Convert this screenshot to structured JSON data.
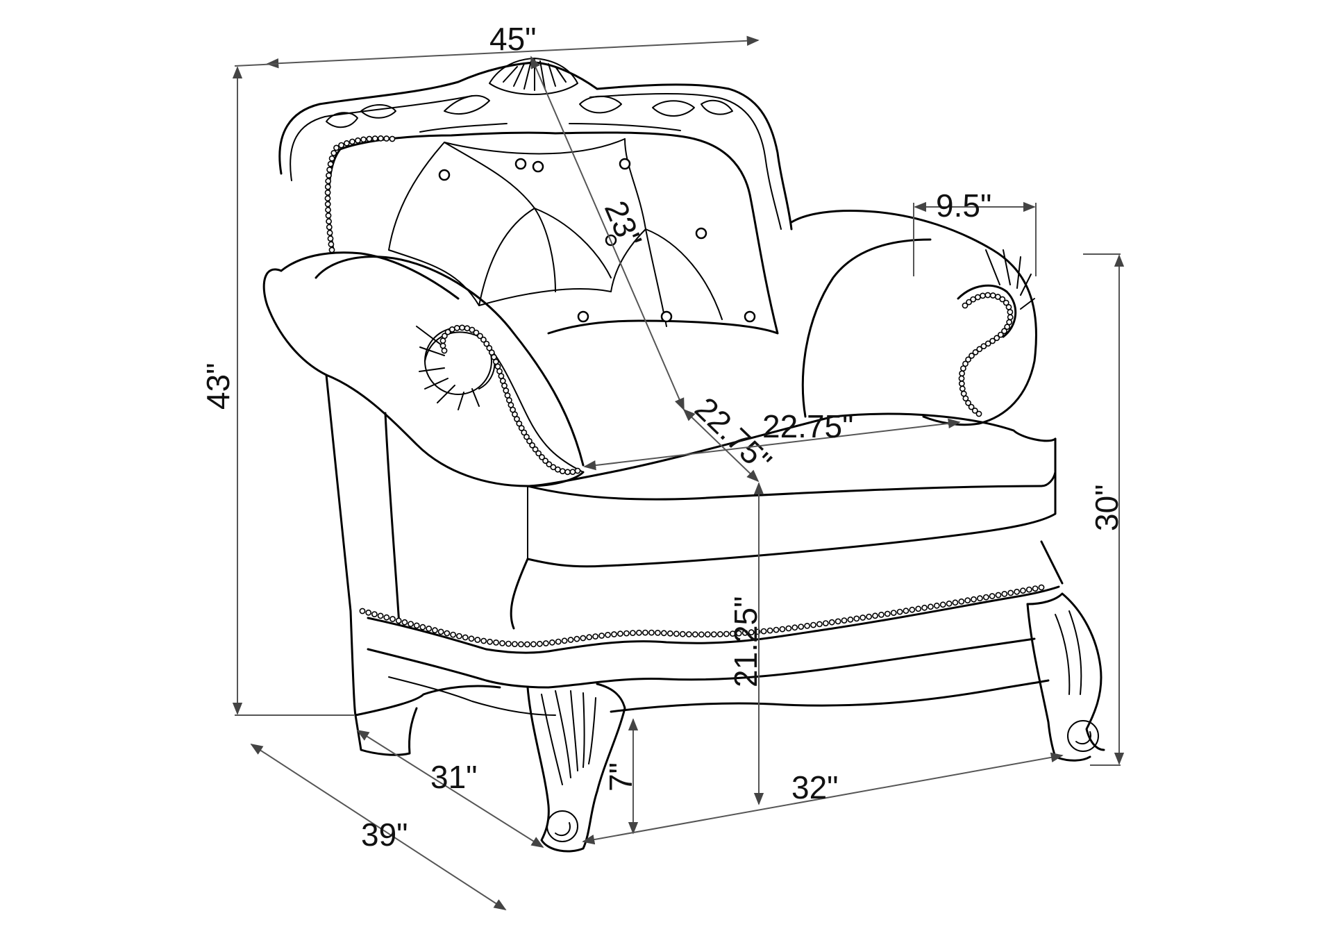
{
  "dimensions": {
    "overall_width": "45\"",
    "overall_height": "43\"",
    "arm_width": "9.5\"",
    "arm_height": "30\"",
    "back_height": "23\"",
    "seat_depth": "22.75\"",
    "seat_width": "22.75\"",
    "seat_height": "21.25\"",
    "leg_height": "7\"",
    "inner_depth": "31\"",
    "overall_depth": "39\"",
    "front_width": "32\""
  }
}
